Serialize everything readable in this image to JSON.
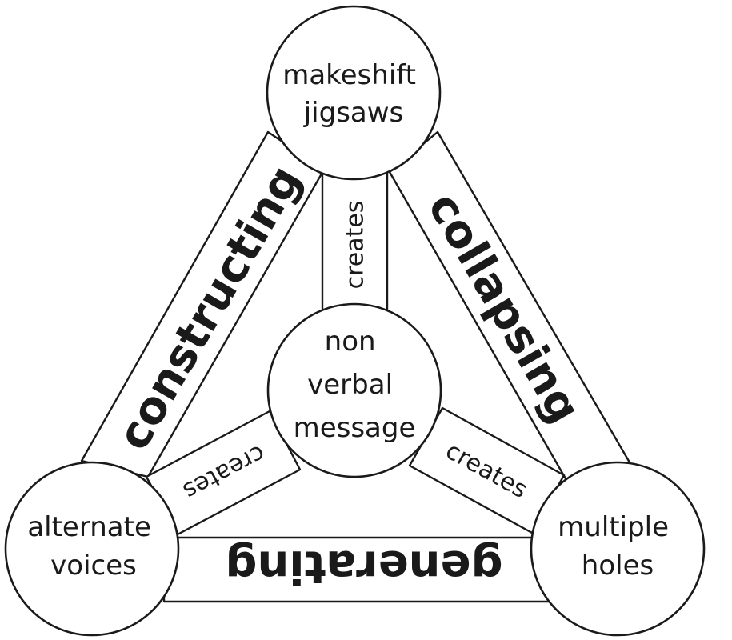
{
  "nodes": {
    "top": [
      "makeshift",
      "jigsaws"
    ],
    "center": [
      "non",
      "verbal",
      "message"
    ],
    "left": [
      "alternate",
      "voices"
    ],
    "right": [
      "multiple",
      "holes"
    ]
  },
  "edges": {
    "left": "constructing",
    "right": "collapsing",
    "bottom": "generating"
  },
  "spokes": {
    "top": "creates",
    "left": "creates",
    "right": "creates"
  },
  "colors": {
    "stroke": "#1a1a1a",
    "fill": "#ffffff"
  }
}
